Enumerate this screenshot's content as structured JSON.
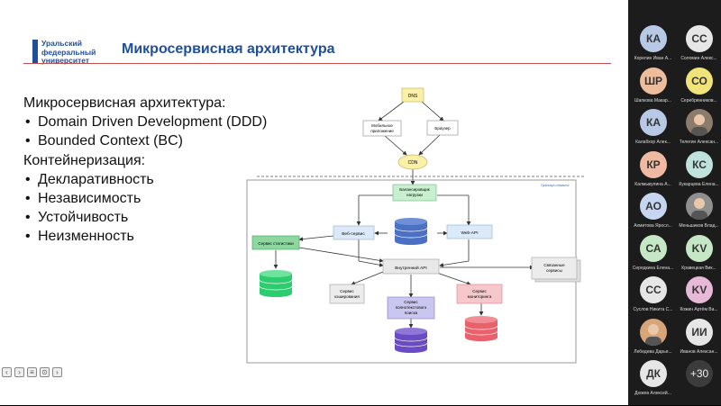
{
  "slide": {
    "logo_lines": [
      "Уральский",
      "федеральный",
      "университет"
    ],
    "title": "Микросервисная архитектура",
    "bullets": [
      {
        "text": "Микросервисная архитектура:",
        "bullet": false
      },
      {
        "text": "Domain Driven Development (DDD)",
        "bullet": true
      },
      {
        "text": "Bounded Context (BC)",
        "bullet": true
      },
      {
        "text": "Контейнеризация:",
        "bullet": false
      },
      {
        "text": "Декларативность",
        "bullet": true
      },
      {
        "text": "Независимость",
        "bullet": true
      },
      {
        "text": "Устойчивость",
        "bullet": true
      },
      {
        "text": "Неизменность",
        "bullet": true
      }
    ]
  },
  "diagram": {
    "dns": "DNS",
    "mobile": [
      "Мобильное",
      "приложение"
    ],
    "browser": "Браузер",
    "cdn": "CDN",
    "boundary": "Граница сервиса",
    "lb": [
      "Балансировщик",
      "нагрузки"
    ],
    "web_service": "Веб-сервис",
    "web_api": "Web-API",
    "stats": "Сервис статистики",
    "internal_api": "Внутренний API",
    "related": [
      "Связанные",
      "сервисы"
    ],
    "cache": [
      "Сервис",
      "кэширования"
    ],
    "search": [
      "Сервис",
      "полнотекстового",
      "поиска"
    ],
    "monitoring": [
      "Сервис",
      "мониторинга"
    ],
    "colors": {
      "green_node": "#8ed7a0",
      "blue_node": "#dbe9f8",
      "pink_node": "#f6c8cb",
      "lilac_node": "#c9c6ef",
      "yellow_node": "#fbf0a8"
    }
  },
  "toolbar_icons": [
    "back-icon",
    "forward-icon",
    "captions-icon",
    "fit-icon",
    "forward-slide-icon"
  ],
  "participants": [
    {
      "initials": "КА",
      "name": "Корелин Иван А...",
      "bg": "#b8c9e6",
      "photo": false
    },
    {
      "initials": "СС",
      "name": "Соломин Алекс...",
      "bg": "#e6e6e6",
      "photo": false
    },
    {
      "initials": "ШР",
      "name": "Шапкова Макар...",
      "bg": "#eebd9c",
      "photo": false
    },
    {
      "initials": "СО",
      "name": "Серебрянников...",
      "bg": "#f2e27a",
      "photo": false
    },
    {
      "initials": "КА",
      "name": "Калабхор Алек...",
      "bg": "#b8c9e6",
      "photo": false
    },
    {
      "initials": "",
      "name": "Телегин Алексан...",
      "bg": "#8a7b6a",
      "photo": true
    },
    {
      "initials": "КР",
      "name": "Калмыкулина А...",
      "bg": "#f0b9a2",
      "photo": false
    },
    {
      "initials": "КС",
      "name": "Кукарцева Елена...",
      "bg": "#bfe3dc",
      "photo": false
    },
    {
      "initials": "АО",
      "name": "Ахмитова Яросл...",
      "bg": "#c7d6f0",
      "photo": false
    },
    {
      "initials": "",
      "name": "Меньшиков Влад...",
      "bg": "#8f8f8f",
      "photo": true
    },
    {
      "initials": "СА",
      "name": "Середкина Елена...",
      "bg": "#c6e7c6",
      "photo": false
    },
    {
      "initials": "KV",
      "name": "Кравецкая Вик...",
      "bg": "#c6e7c6",
      "photo": false
    },
    {
      "initials": "СС",
      "name": "Суслов Никита С...",
      "bg": "#e6e6e6",
      "photo": false
    },
    {
      "initials": "KV",
      "name": "Кожин Артём Ва...",
      "bg": "#e6b9d6",
      "photo": false
    },
    {
      "initials": "",
      "name": "Лебедева Дарья...",
      "bg": "#d6a57a",
      "photo": true
    },
    {
      "initials": "ИИ",
      "name": "Иванов Алексан...",
      "bg": "#e6e6e6",
      "photo": false
    },
    {
      "initials": "ДК",
      "name": "Дюжев Алексей...",
      "bg": "#e6e6e6",
      "photo": false
    }
  ],
  "more_participants": "+30"
}
